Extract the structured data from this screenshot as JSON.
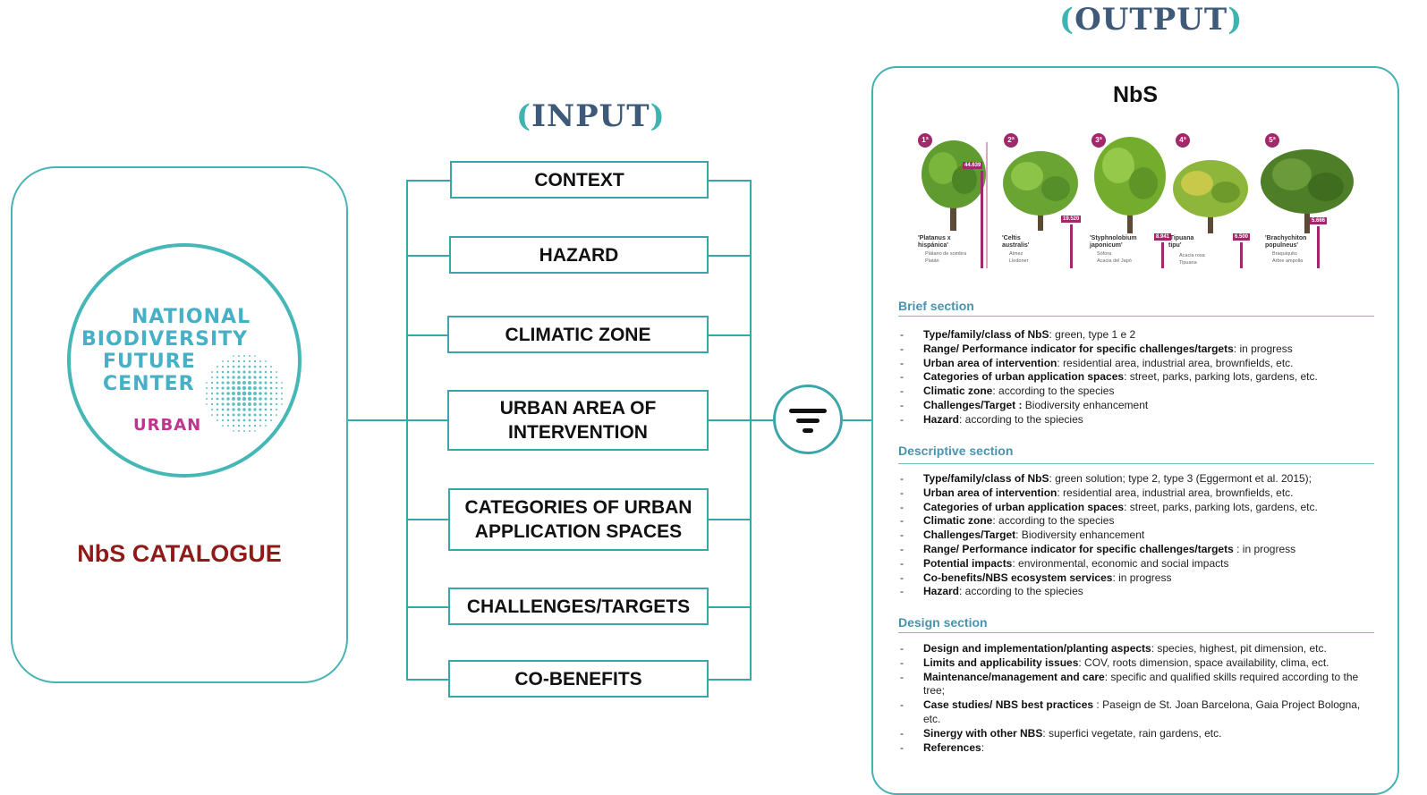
{
  "input_heading": {
    "open": "(",
    "text": "INPUT",
    "close": ")"
  },
  "output_heading": {
    "open": "(",
    "text": "OUTPUT",
    "close": ")"
  },
  "logo": {
    "line1": "NATIONAL",
    "line2": "BIODIVERSITY",
    "line3": "FUTURE",
    "line4": "CENTER",
    "urban": "URBAN"
  },
  "catalogue_label": "NbS CATALOGUE",
  "inputs": [
    "CONTEXT",
    "HAZARD",
    "CLIMATIC ZONE",
    "URBAN AREA OF INTERVENTION",
    "CATEGORIES OF URBAN APPLICATION SPACES",
    "CHALLENGES/TARGETS",
    "CO-BENEFITS"
  ],
  "output": {
    "title": "NbS",
    "trees": [
      {
        "rank": "1ª",
        "name": "'Platanus x hispánica'",
        "sub1": "Plátano de sombra",
        "sub2": "Platán",
        "value": "44.639"
      },
      {
        "rank": "2ª",
        "name": "'Celtis australis'",
        "sub1": "Almez",
        "sub2": "Lledoner",
        "value": "19.520"
      },
      {
        "rank": "3ª",
        "name": "'Styphnolobium japonicum'",
        "sub1": "Sófora",
        "sub2": "Acacia del Japó",
        "value": "8.941"
      },
      {
        "rank": "4ª",
        "name": "'Tipuana tipu'",
        "sub1": "Acacia rosa",
        "sub2": "Tipuana",
        "value": "6.500"
      },
      {
        "rank": "5ª",
        "name": "'Brachychiton populneus'",
        "sub1": "Braquiquito",
        "sub2": "Arbre ampolla",
        "value": "5.666"
      }
    ],
    "sections": [
      {
        "title": "Brief section",
        "items": [
          {
            "b": "Type/family/class of NbS",
            "t": ": green, type 1 e 2"
          },
          {
            "b": "Range/ Performance indicator for specific challenges/targets",
            "t": ": in progress"
          },
          {
            "b": "Urban area of intervention",
            "t": ": residential area, industrial area, brownfields, etc."
          },
          {
            "b": "Categories of urban application spaces",
            "t": ": street, parks, parking lots, gardens, etc."
          },
          {
            "b": "Climatic zone",
            "t": ": according to the species"
          },
          {
            "b": "Challenges/Target :",
            "t": " Biodiversity enhancement"
          },
          {
            "b": "Hazard",
            "t": ": according to the spiecies"
          }
        ]
      },
      {
        "title": "Descriptive section",
        "items": [
          {
            "b": "Type/family/class of NbS",
            "t": ": green solution; type 2, type 3 (Eggermont et al. 2015);"
          },
          {
            "b": "Urban area of intervention",
            "t": ": residential area, industrial area, brownfields, etc."
          },
          {
            "b": "Categories of urban application spaces",
            "t": ": street, parks, parking lots, gardens, etc."
          },
          {
            "b": "Climatic zone",
            "t": ": according to the species"
          },
          {
            "b": "Challenges/Target",
            "t": ": Biodiversity enhancement"
          },
          {
            "b": "Range/ Performance indicator for specific challenges/targets",
            "t": " : in progress"
          },
          {
            "b": "Potential impacts",
            "t": ": environmental, economic and social impacts"
          },
          {
            "b": "Co-benefits/NBS ecosystem services",
            "t": ": in progress"
          },
          {
            "b": "Hazard",
            "t": ": according to the spiecies"
          }
        ]
      },
      {
        "title": "Design section",
        "items": [
          {
            "b": "Design and implementation/planting aspects",
            "t": ": species, highest, pit dimension, etc."
          },
          {
            "b": "Limits and applicability issues",
            "t": ": COV, roots dimension, space availability, clima, ect."
          },
          {
            "b": "Maintenance/management and care",
            "t": ": specific and qualified skills required according to the tree;"
          },
          {
            "b": "Case studies/ NBS best practices",
            "t": " : Paseign de St. Joan Barcelona, Gaia Project Bologna, etc."
          },
          {
            "b": "Sinergy with other NBS",
            "t": ": superfici vegetate, rain gardens, etc."
          },
          {
            "b": "References",
            "t": ":"
          }
        ]
      }
    ]
  },
  "colors": {
    "teal": "#3aa6a9",
    "heading": "#3f5a78",
    "catalogue": "#8e1b18",
    "section": "#4a93ad",
    "urban": "#c2338e",
    "rank": "#a0296b"
  },
  "icons": {
    "filter": "filter-icon"
  }
}
